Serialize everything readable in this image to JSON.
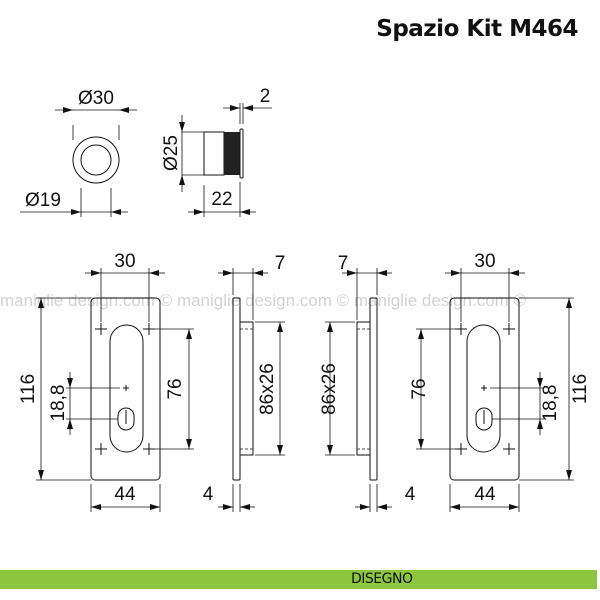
{
  "title": "Spazio Kit M464",
  "watermark": "maniglie design.com © maniglie design.com © maniglie design.com ©",
  "footer": {
    "label": "DISEGNO",
    "color": "#8cc63f"
  },
  "dimensions": {
    "knob_outer": "Ø30",
    "knob_inner": "Ø19",
    "cyl_diameter": "Ø25",
    "cyl_length": "22",
    "cyl_flange": "2",
    "left_plate": {
      "hole_spacing_w": "30",
      "height": "116",
      "keyhole_offset": "18,8",
      "hole_spacing_h": "76",
      "width": "44"
    },
    "left_profile": {
      "depth": "7",
      "recess": "86x26",
      "thickness": "4"
    },
    "right_profile": {
      "depth": "7",
      "recess": "86x26",
      "thickness": "4"
    },
    "right_plate": {
      "hole_spacing_w": "30",
      "height": "116",
      "keyhole_offset": "18,8",
      "hole_spacing_h": "76",
      "width": "44"
    }
  }
}
